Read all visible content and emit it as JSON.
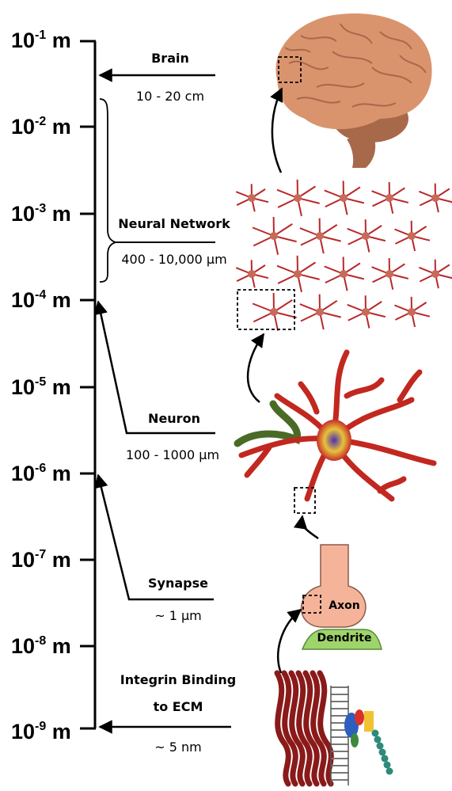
{
  "scale": {
    "unit": "m",
    "exponents": [
      "-1",
      "-2",
      "-3",
      "-4",
      "-5",
      "-6",
      "-7",
      "-8",
      "-9"
    ]
  },
  "levels": {
    "brain": {
      "name": "Brain",
      "size": "10 - 20 cm"
    },
    "network": {
      "name": "Neural Network",
      "size": "400 - 10,000 μm"
    },
    "neuron": {
      "name": "Neuron",
      "size": "100 - 1000 μm"
    },
    "synapse": {
      "name": "Synapse",
      "size": "~ 1 μm",
      "axon": "Axon",
      "dendrite": "Dendrite"
    },
    "integrin": {
      "name_line1": "Integrin Binding",
      "name_line2": "to ECM",
      "size": "~ 5 nm"
    }
  },
  "colors": {
    "brain": "#d9946e",
    "brain_dark": "#a8684a",
    "dendrite_branch": "#b8282a",
    "network_node": "#c86a5a",
    "axon_fill": "#f5b49a",
    "dendrite_fill": "#9fd46b",
    "collagen": "#8a1a1a"
  }
}
